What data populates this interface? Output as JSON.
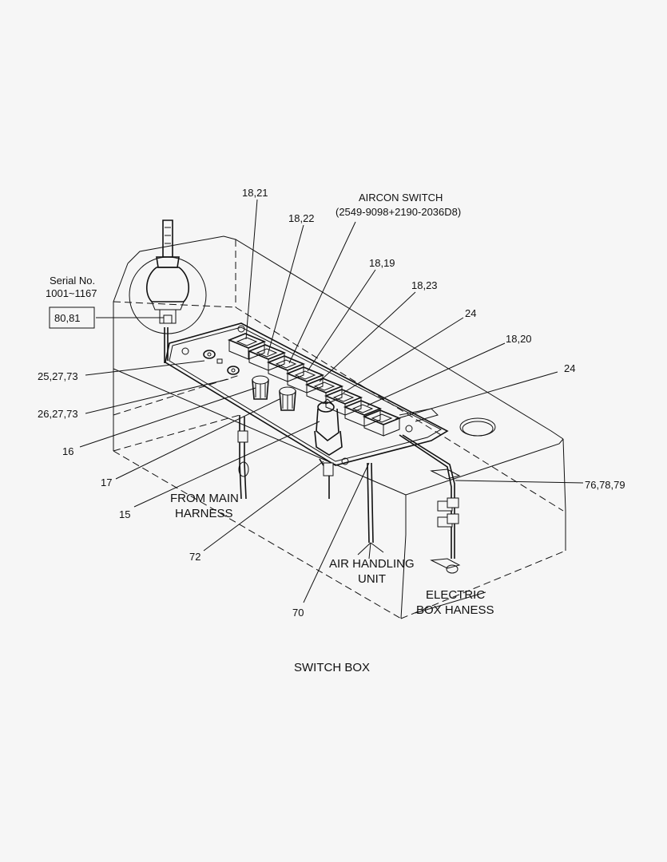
{
  "title": "SWITCH BOX",
  "labels": {
    "l1821": "18,21",
    "l1822": "18,22",
    "aircon": "AIRCON SWITCH",
    "aircon_pn": "(2549-9098+2190-2036D8)",
    "l1819": "18,19",
    "l1823": "18,23",
    "l24a": "24",
    "l1820": "18,20",
    "l24b": "24",
    "serial": "Serial No.",
    "serial_range": "1001~1167",
    "l8081": "80,81",
    "l252773": "25,27,73",
    "l262773": "26,27,73",
    "l16": "16",
    "l17": "17",
    "l15": "15",
    "from_main_1": "FROM MAIN",
    "from_main_2": "HARNESS",
    "l72": "72",
    "air_1": "AIR HANDLING",
    "air_2": "UNIT",
    "l70": "70",
    "electric_1": "ELECTRIC",
    "electric_2": "BOX HANESS",
    "l767879": "76,78,79"
  }
}
